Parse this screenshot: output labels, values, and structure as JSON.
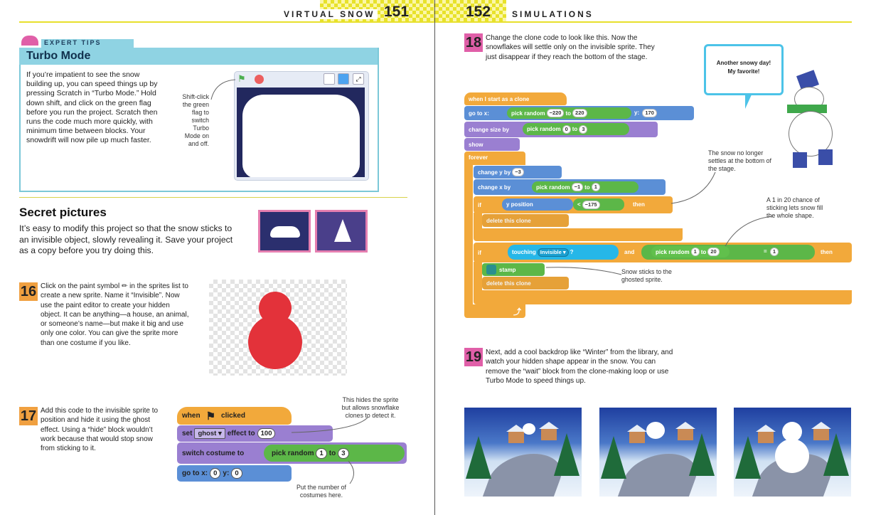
{
  "header": {
    "left_running_head": "VIRTUAL SNOW",
    "left_page_number": "151",
    "right_page_number": "152",
    "right_running_head": "SIMULATIONS"
  },
  "expert_tips": {
    "tab_label": "EXPERT TIPS",
    "title": "Turbo Mode",
    "text": "If you’re impatient to see the snow building up, you can speed things up by pressing Scratch in “Turbo Mode.” Hold down shift, and click on the green flag before you run the project. Scratch then runs the code much more quickly, with minimum time between blocks. Your snowdrift will now pile up much faster.",
    "callout": "Shift-click the green flag to switch Turbo Mode on and off."
  },
  "secret_pictures": {
    "heading": "Secret pictures",
    "text": "It’s easy to modify this project so that the snow sticks to an invisible object, slowly revealing it. Save your project as a copy before you try doing this."
  },
  "step16": {
    "number": "16",
    "text": "Click on the paint symbol ✏ in the sprites list to create a new sprite. Name it “Invisible”. Now use the paint editor to create your hidden object. It can be anything—a house, an animal, or someone’s name—but make it big and use only one color. You can give the sprite more than one costume if you like."
  },
  "step17": {
    "number": "17",
    "text": "Add this code to the invisible sprite to position and hide it using the ghost effect. Using a “hide” block wouldn’t work because that would stop snow from sticking to it.",
    "blocks": {
      "when": "when",
      "clicked": "clicked",
      "set": "set",
      "ghost": "ghost ▾",
      "effect_to": "effect to",
      "effect_value": "100",
      "switch_costume": "switch costume to",
      "pick_random": "pick random",
      "pr_from": "1",
      "pr_to_word": "to",
      "pr_to": "3",
      "goto": "go to x:",
      "x": "0",
      "y_label": "y:",
      "y": "0"
    },
    "callout_top": "This hides the sprite but allows snowflake clones to detect it.",
    "callout_bottom": "Put the number of costumes here."
  },
  "step18": {
    "number": "18",
    "text": "Change the clone code to look like this. Now the snowflakes will settle only on the invisible sprite. They just disappear if they reach the bottom of the stage.",
    "speech": "Another snowy day! My favorite!",
    "blocks": {
      "hat": "when I start as a clone",
      "goto": "go to x:",
      "pick_random": "pick random",
      "r1a": "−220",
      "to": "to",
      "r1b": "220",
      "y_label": "y:",
      "y_val": "170",
      "change_size": "change size by",
      "r2a": "0",
      "r2b": "3",
      "show": "show",
      "forever": "forever",
      "change_y": "change y by",
      "cy_val": "−3",
      "change_x": "change x by",
      "r3a": "−1",
      "r3b": "1",
      "if": "if",
      "y_position": "y position",
      "lt": "<",
      "lt_val": "−175",
      "then": "then",
      "delete_clone": "delete this clone",
      "touching": "touching",
      "invisible": "Invisible ▾",
      "q": "?",
      "and": "and",
      "r4a": "1",
      "r4b": "20",
      "eq": "=",
      "eq_val": "1",
      "stamp": "stamp"
    },
    "callout_settle": "The snow no longer settles at the bottom of the stage.",
    "callout_chance": "A 1 in 20 chance of sticking lets snow fill the whole shape.",
    "callout_stick": "Snow sticks to the ghosted sprite."
  },
  "step19": {
    "number": "19",
    "text": "Next, add a cool backdrop like “Winter” from the library, and watch your hidden shape appear in the snow. You can remove the “wait” block from the clone-making loop or use Turbo Mode to speed things up."
  },
  "colors": {
    "step_badge_left": "#f0a040",
    "step_badge_right": "#e05fa8",
    "tips_teal": "#8fd3e3",
    "header_yellow": "#e8e22a"
  }
}
